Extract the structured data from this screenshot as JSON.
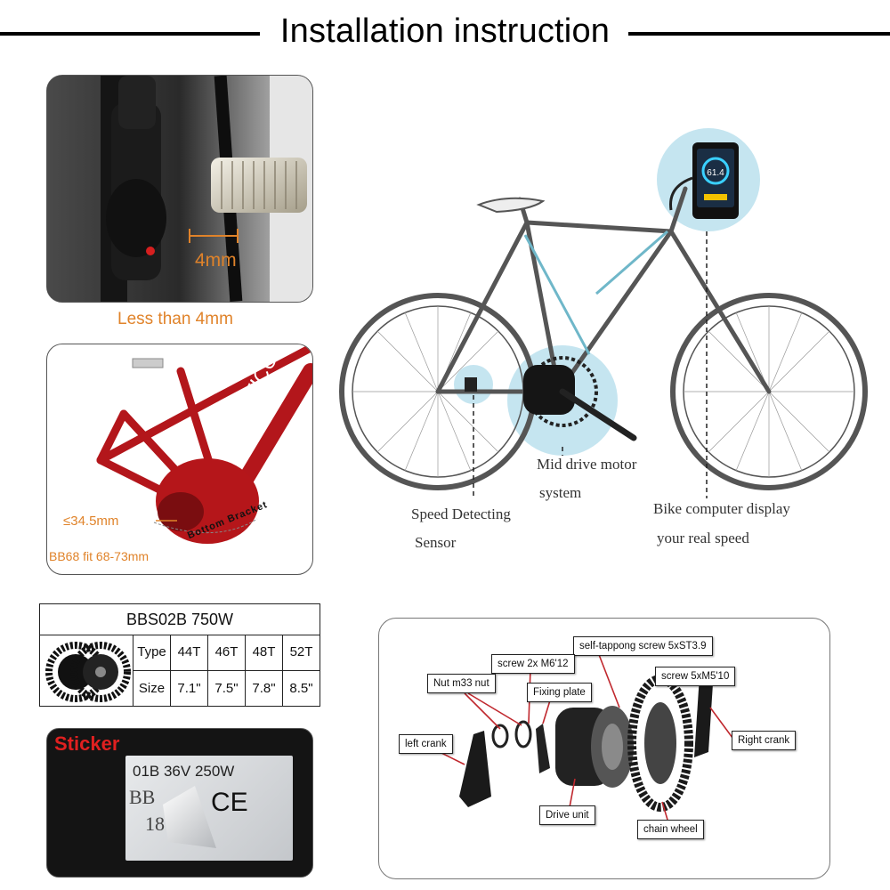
{
  "header": {
    "title": "Installation instruction"
  },
  "sensor_gap_panel": {
    "measure_label": "4mm",
    "caption": "Less than 4mm"
  },
  "frame_panel": {
    "frame_brand": "ACTICO",
    "width_label": "≤34.5mm",
    "bb_fit_label": "BB68 fit 68-73mm",
    "bottom_bracket_label": "Bottom Bracket"
  },
  "bike_diagram": {
    "display_readout": "61.4",
    "motor_label_line1": "Mid drive motor",
    "motor_label_line2": "system",
    "sensor_label_line1": "Speed Detecting",
    "sensor_label_line2": "Sensor",
    "display_label_line1": "Bike computer display",
    "display_label_line2": "your real speed"
  },
  "spec_table": {
    "title": "BBS02B 750W",
    "row_headers": [
      "Type",
      "Size"
    ],
    "types": [
      "44T",
      "46T",
      "48T",
      "52T"
    ],
    "sizes": [
      "7.1\"",
      "7.5\"",
      "7.8\"",
      "8.5\""
    ]
  },
  "sticker_panel": {
    "label": "Sticker",
    "model_text": "01B 36V 250W",
    "partial_text_1": "BB",
    "partial_text_2": "18",
    "ce_mark": "CE"
  },
  "parts_diagram": {
    "labels": {
      "self_tapping": "self-tappong screw 5xST3.9",
      "screw_2x": "screw 2x M6'12",
      "nut": "Nut m33 nut",
      "fixing_plate": "Fixing plate",
      "screw_5x": "screw 5xM5'10",
      "left_crank": "left crank",
      "right_crank": "Right crank",
      "drive_unit": "Drive unit",
      "chain_wheel": "chain wheel"
    }
  },
  "colors": {
    "accent_orange": "#e0832a",
    "frame_red": "#b3161b",
    "highlight_cyan": "#9fd3e6",
    "arrow_red": "#c0282e"
  }
}
